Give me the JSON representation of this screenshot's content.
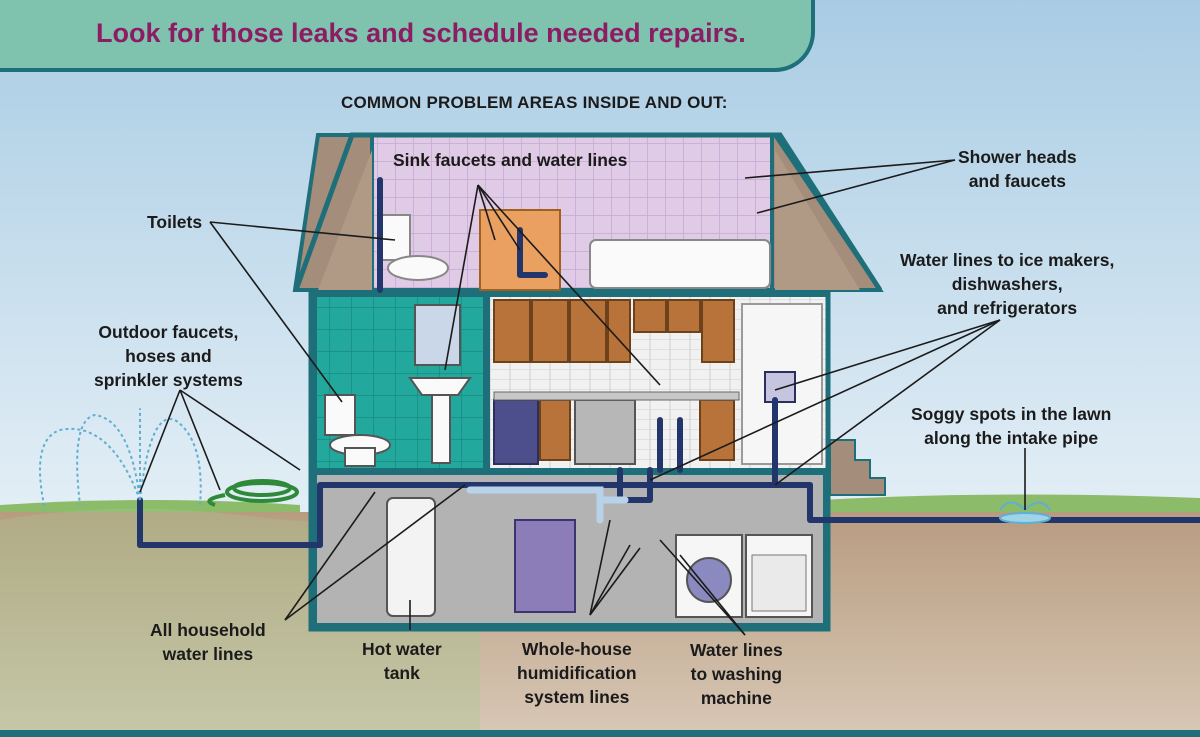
{
  "banner": {
    "title": "Look for those leaks and schedule needed repairs."
  },
  "heading": "COMMON PROBLEM AREAS INSIDE AND OUT:",
  "labels": {
    "sink": "Sink faucets and water lines",
    "shower": [
      "Shower heads",
      "and faucets"
    ],
    "toilets": "Toilets",
    "ice": [
      "Water lines to ice makers,",
      "dishwashers,",
      "and refrigerators"
    ],
    "outdoor": [
      "Outdoor faucets,",
      "hoses and",
      "sprinkler systems"
    ],
    "soggy": [
      "Soggy spots in the lawn",
      "along the intake pipe"
    ],
    "household": [
      "All household",
      "water lines"
    ],
    "hotwater": [
      "Hot water",
      "tank"
    ],
    "humid": [
      "Whole-house",
      "humidification",
      "system lines"
    ],
    "washing": [
      "Water lines",
      "to washing",
      "machine"
    ]
  },
  "colors": {
    "banner": "#7fc2ad",
    "banner_text": "#8c1c63",
    "house_outline": "#1e6f7a",
    "pipe": "#23366b",
    "bathroom_upper": "#c5a9d6",
    "bathroom_lower": "#1fa59c",
    "kitchen_cabinets": "#b8733a",
    "basement": "#a9a9a9",
    "soil": "#c9b49c",
    "sky": "#bcd8ea"
  }
}
